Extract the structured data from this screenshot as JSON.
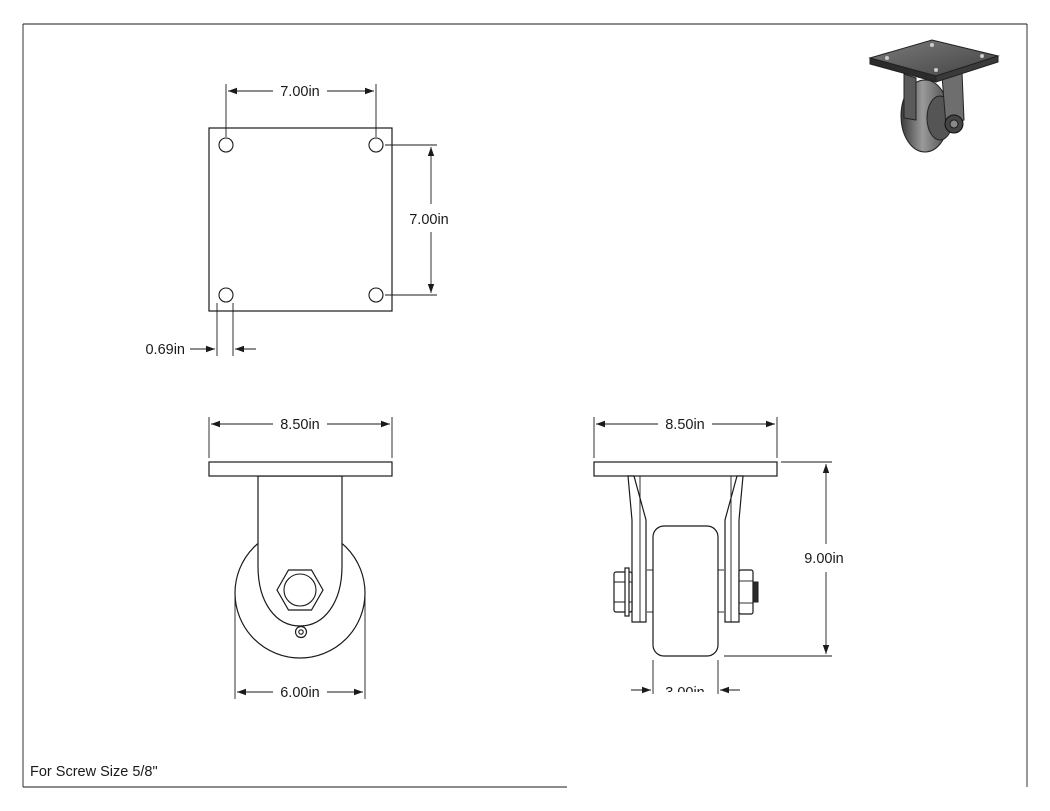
{
  "drawing": {
    "note": "For Screw Size 5/8\""
  },
  "dimensions": {
    "top_hole_spacing_x": "7.00in",
    "top_hole_spacing_y": "7.00in",
    "top_hole_offset": "0.69in",
    "side_plate_width": "8.50in",
    "side_wheel_diameter": "6.00in",
    "front_plate_width": "8.50in",
    "front_overall_height": "9.00in",
    "front_wheel_width": "3.00in"
  }
}
